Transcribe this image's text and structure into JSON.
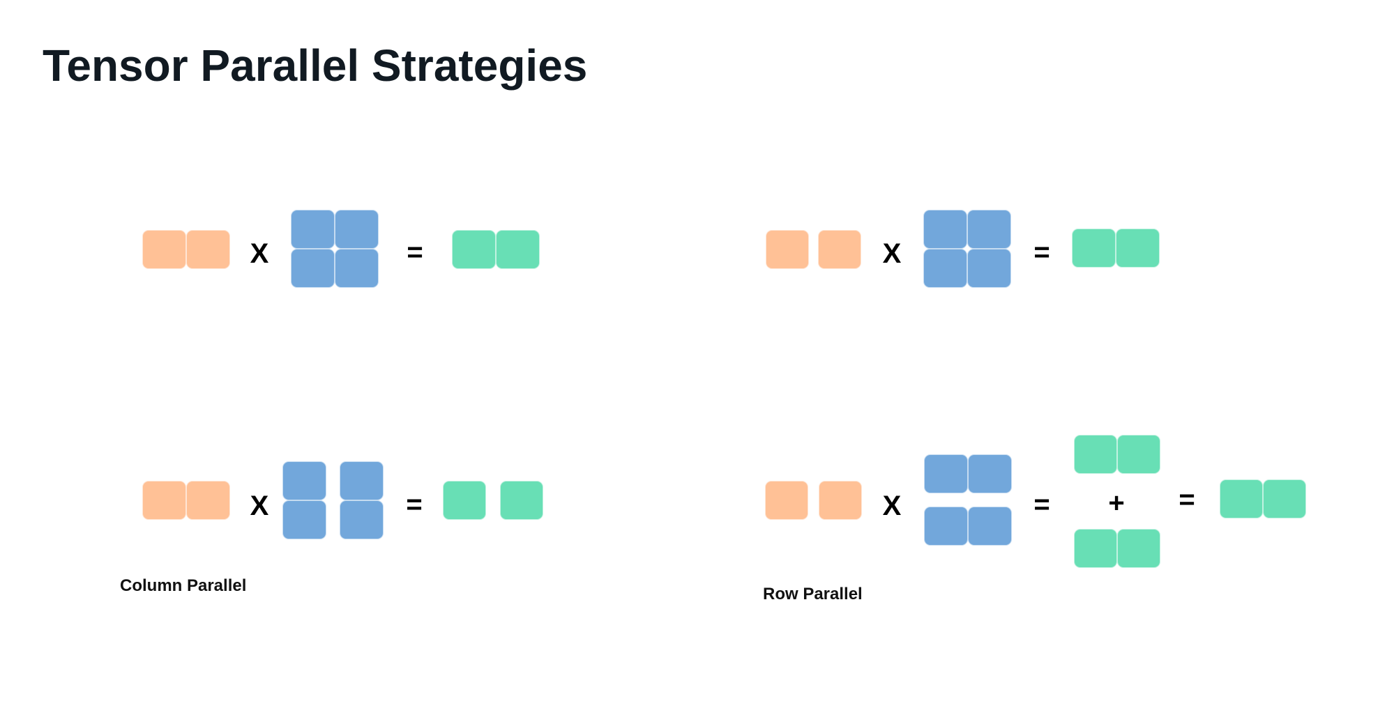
{
  "title": "Tensor Parallel Strategies",
  "colors": {
    "input": "#ffc196",
    "weight": "#72a7db",
    "output": "#68dfb5",
    "title": "#111a22"
  },
  "operators": {
    "multiply": "X",
    "equals": "=",
    "plus": "+"
  },
  "labels": {
    "column_parallel": "Column Parallel",
    "row_parallel": "Row Parallel"
  }
}
